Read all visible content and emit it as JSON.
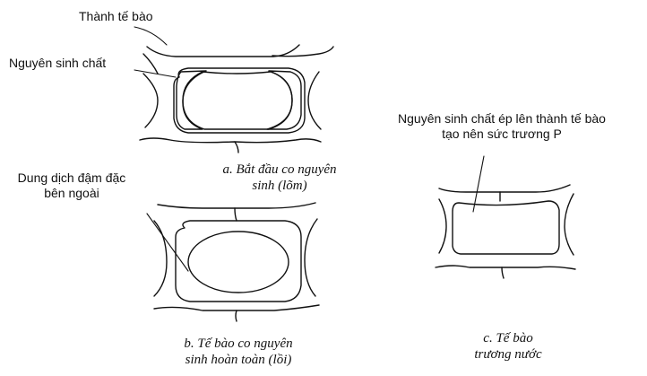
{
  "labels": {
    "cell_wall": "Thành tế bào",
    "protoplasm": "Nguyên sinh chất",
    "concentrated_solution": [
      "Dung dịch đậm đặc",
      "bên ngoài"
    ],
    "turgor_pressure": [
      "Nguyên sinh chất ép lên thành tế bào",
      "tạo nên sức trương P"
    ]
  },
  "captions": {
    "a": [
      "a. Bắt đầu co nguyên",
      "sinh (lõm)"
    ],
    "b": [
      "b. Tế bào co nguyên",
      "sinh hoàn toàn (lồi)"
    ],
    "c": [
      "c. Tế bào",
      "trương nước"
    ]
  },
  "colors": {
    "ink": "#111111",
    "stipple": "#6b6b6b",
    "background": "#ffffff"
  }
}
